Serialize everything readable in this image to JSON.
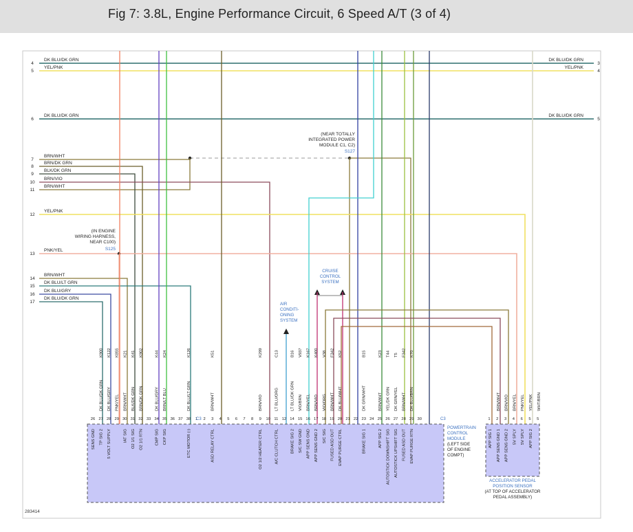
{
  "title": "Fig 7: 3.8L, Engine Performance Circuit, 6 Speed A/T (3 of 4)",
  "figure_id": "283414",
  "colors": {
    "dk_blu_dk_grn": "#2d6e6e",
    "yel_pnk": "#f0e060",
    "brn_wht": "#8a7a3a",
    "brn_dk_grn": "#6b5e2a",
    "blk_dk_grn": "#3c4a3c",
    "brn_vio": "#8a4a5a",
    "pnk_yel": "#f0b0a0",
    "dk_blu_lt_grn": "#2a7a7a",
    "dk_blu_gry": "#3a4aa0",
    "module_fill": "#c8c8f8",
    "cyan": "#40d0d0",
    "green": "#40c040",
    "vio": "#6040c0",
    "orange_pnk": "#f08060",
    "red": "#c04040"
  },
  "left_wires": [
    {
      "num": "4",
      "label": "DK BLU/DK GRN"
    },
    {
      "num": "5",
      "label": "YEL/PNK"
    },
    {
      "num": "6",
      "label": "DK BLU/DK GRN"
    },
    {
      "num": "7",
      "label": "BRN/WHT"
    },
    {
      "num": "8",
      "label": "BRN/DK GRN"
    },
    {
      "num": "9",
      "label": "BLK/DK GRN"
    },
    {
      "num": "10",
      "label": "BRN/VIO"
    },
    {
      "num": "11",
      "label": "BRN/WHT"
    },
    {
      "num": "12",
      "label": "YEL/PNK"
    },
    {
      "num": "13",
      "label": "PNK/YEL"
    },
    {
      "num": "14",
      "label": "BRN/WHT"
    },
    {
      "num": "15",
      "label": "DK BLU/LT GRN"
    },
    {
      "num": "16",
      "label": "DK BLU/GRY"
    },
    {
      "num": "17",
      "label": "DK BLU/DK GRN"
    }
  ],
  "right_wires": [
    {
      "num": "3",
      "label": "DK BLU/DK GRN"
    },
    {
      "num": "4",
      "label": "YEL/PNK"
    },
    {
      "num": "5",
      "label": "DK BLU/DK GRN"
    }
  ],
  "splices": {
    "s127": {
      "note": [
        "(NEAR TOTALLY",
        "INTEGRATED POWER",
        "MODULE C1, C2)"
      ],
      "id": "S127"
    },
    "s125": {
      "note": [
        "(IN ENGINE",
        "WIRING HARNESS,",
        "NEAR C100)"
      ],
      "id": "S125"
    }
  },
  "systems": {
    "cruise": [
      "CRUISE",
      "CONTROL",
      "SYSTEM"
    ],
    "ac": [
      "AIR",
      "CONDITI-",
      "ONING",
      "SYSTEM"
    ]
  },
  "pcm": {
    "name": [
      "POWERTRAIN",
      "CONTROL",
      "MODULE",
      "(LEFT SIDE",
      "OF ENGINE",
      "COMPT)"
    ],
    "connector": "C3",
    "pins": [
      {
        "pin": "26",
        "circuit": "",
        "wire": "",
        "func": "SENS GND"
      },
      {
        "pin": "27",
        "circuit": "K900",
        "wire": "DK BLU/DK GRN",
        "func": "TP SIG 2"
      },
      {
        "pin": "28",
        "circuit": "K122",
        "wire": "DK BLU/GRY",
        "func": "5 VOLT SUPPLY"
      },
      {
        "pin": "29",
        "circuit": "K855",
        "wire": "PNK/YEL",
        "func": ""
      },
      {
        "pin": "30",
        "circuit": "K21",
        "wire": "BRN/WHT",
        "func": "IAT SIG"
      },
      {
        "pin": "31",
        "circuit": "K41",
        "wire": "BLK/DK GRN",
        "func": "O2 1/1 SIG"
      },
      {
        "pin": "32",
        "circuit": "K902",
        "wire": "BRN/DK GRN",
        "func": "O2 1/1 RTN"
      },
      {
        "pin": "33",
        "circuit": "",
        "wire": "",
        "func": ""
      },
      {
        "pin": "34",
        "circuit": "K44",
        "wire": "DK BLU/GRY",
        "func": "CMP SIG"
      },
      {
        "pin": "35",
        "circuit": "K24",
        "wire": "BRN/LT BLU",
        "func": "CKP SIG"
      },
      {
        "pin": "36",
        "circuit": "",
        "wire": "",
        "func": ""
      },
      {
        "pin": "37",
        "circuit": "",
        "wire": "",
        "func": ""
      },
      {
        "pin": "38",
        "circuit": "K126",
        "wire": "DK BLU/LT GRN",
        "func": "ETC MOTOR (-)"
      },
      {
        "pin": "1",
        "circuit": "",
        "wire": "",
        "func": ""
      },
      {
        "pin": "2",
        "circuit": "",
        "wire": "",
        "func": ""
      },
      {
        "pin": "3",
        "circuit": "K51",
        "wire": "BRN/WHT",
        "func": "ASD RELAY CTRL"
      },
      {
        "pin": "4",
        "circuit": "",
        "wire": "",
        "func": ""
      },
      {
        "pin": "5",
        "circuit": "",
        "wire": "",
        "func": ""
      },
      {
        "pin": "6",
        "circuit": "",
        "wire": "",
        "func": ""
      },
      {
        "pin": "7",
        "circuit": "",
        "wire": "",
        "func": ""
      },
      {
        "pin": "8",
        "circuit": "",
        "wire": "",
        "func": ""
      },
      {
        "pin": "9",
        "circuit": "K299",
        "wire": "BRN/VIO",
        "func": "O2 1/2 HEATER CTRL"
      },
      {
        "pin": "10",
        "circuit": "",
        "wire": "",
        "func": ""
      },
      {
        "pin": "11",
        "circuit": "C13",
        "wire": "LT BLU/ORG",
        "func": "A/C CLUTCH CTRL"
      },
      {
        "pin": "12",
        "circuit": "",
        "wire": "",
        "func": ""
      },
      {
        "pin": "14",
        "circuit": "B16",
        "wire": "LT BLU/DK GRN",
        "func": "BRAKE SIG 2"
      },
      {
        "pin": "15",
        "circuit": "V937",
        "wire": "VIO/BRN",
        "func": "S/C SW GND"
      },
      {
        "pin": "16",
        "circuit": "K167",
        "wire": "BRN/YEL",
        "func": "APP SENS GND"
      },
      {
        "pin": "17",
        "circuit": "K400",
        "wire": "BRN/VIO",
        "func": "APP SENS GND 2"
      },
      {
        "pin": "18",
        "circuit": "V38",
        "wire": "VIO/ORG",
        "func": "S/C SIG"
      },
      {
        "pin": "19",
        "circuit": "F342",
        "wire": "BRN/WHT",
        "func": "FUSED ASD OUT"
      },
      {
        "pin": "20",
        "circuit": "K52",
        "wire": "DK BLU/WHT",
        "func": "EVAP PURGE CTRL"
      },
      {
        "pin": "21",
        "circuit": "",
        "wire": "",
        "func": ""
      },
      {
        "pin": "22",
        "circuit": "",
        "wire": "",
        "func": ""
      },
      {
        "pin": "23",
        "circuit": "B15",
        "wire": "DK GRN/WHT",
        "func": "BRAKE SIG 1"
      },
      {
        "pin": "24",
        "circuit": "",
        "wire": "",
        "func": ""
      },
      {
        "pin": "25",
        "circuit": "K23",
        "wire": "BRN/WHT",
        "func": "APP SIG 2"
      },
      {
        "pin": "26",
        "circuit": "T44",
        "wire": "YEL/DK GRN",
        "func": "AUTOSTICK DOWNSHIFT SIG"
      },
      {
        "pin": "27",
        "circuit": "T5",
        "wire": "DK GRN/YEL",
        "func": "AUTOSTICK UPSHIFT SIG"
      },
      {
        "pin": "28",
        "circuit": "F342",
        "wire": "BRN/WHT",
        "func": "FUSED ASD OUT"
      },
      {
        "pin": "29",
        "circuit": "K70",
        "wire": "DK BLU/BRN",
        "func": "EVAP PURGE RTN"
      },
      {
        "pin": "30",
        "circuit": "",
        "wire": "",
        "func": ""
      }
    ]
  },
  "app_sensor": {
    "name": [
      "ACCELERATOR PEDAL",
      "POSITION SENSOR",
      "(AT TOP OF ACCELERATOR",
      "PEDAL ASSEMBLY)"
    ],
    "pins": [
      {
        "pin": "1",
        "wire": "",
        "func": "APP SIG 1"
      },
      {
        "pin": "2",
        "wire": "BRN/WHT",
        "func": "APP SENS GND 1"
      },
      {
        "pin": "3",
        "wire": "BRN/VIO",
        "func": "APP SENS GND 2"
      },
      {
        "pin": "4",
        "wire": "BRN/YEL",
        "func": "5V SPLY"
      },
      {
        "pin": "6",
        "wire": "PNK/YEL",
        "func": "5V SPLY"
      },
      {
        "pin": "5",
        "wire": "YEL/PNK",
        "func": "APP SIG 2"
      },
      {
        "pin": "5",
        "wire": "WHT/BRN",
        "func": ""
      }
    ]
  }
}
